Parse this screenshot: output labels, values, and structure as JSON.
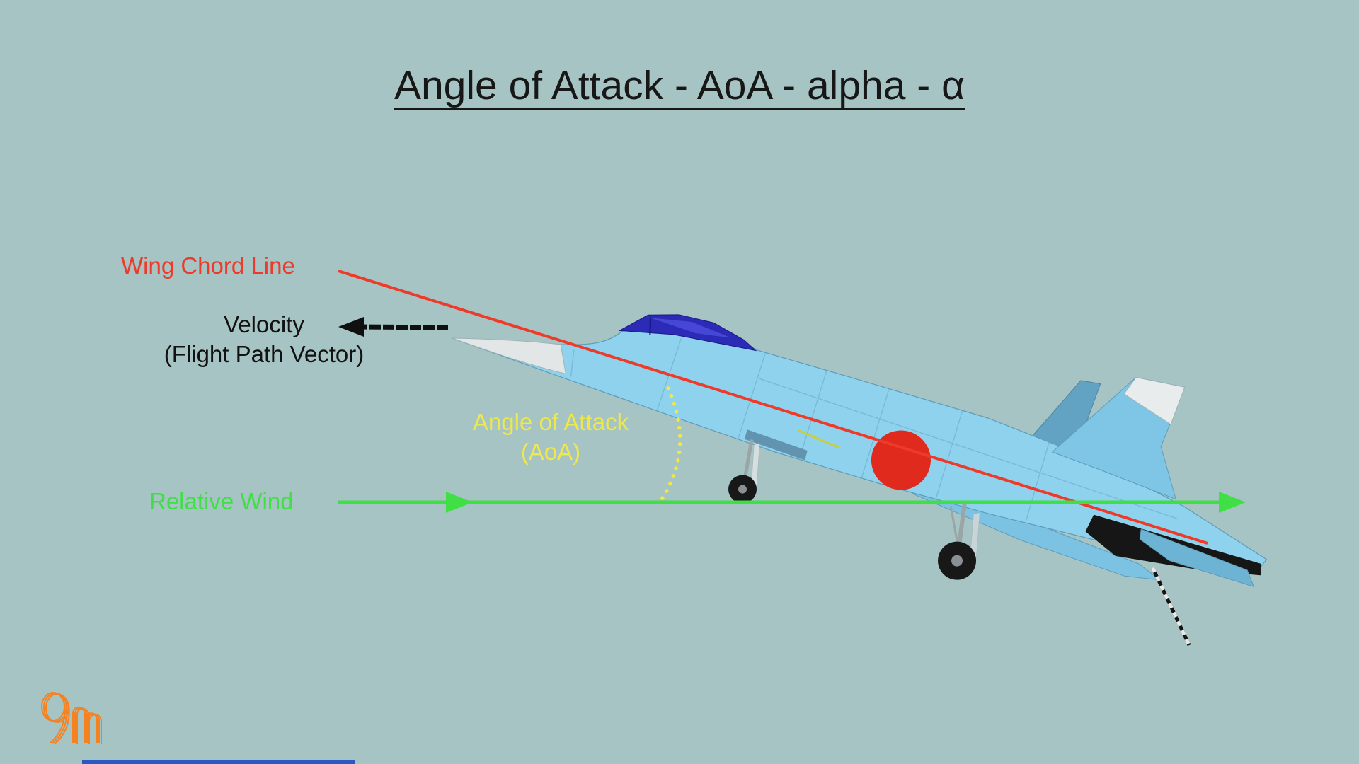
{
  "title": "Angle of Attack - AoA - alpha - α",
  "labels": {
    "wing_chord_line": "Wing Chord Line",
    "velocity": "Velocity",
    "velocity_sub": "(Flight Path Vector)",
    "angle_of_attack": "Angle of Attack",
    "angle_of_attack_sub": "(AoA)",
    "relative_wind": "Relative Wind"
  },
  "colors": {
    "background": "#a6c4c3",
    "title_text": "#171717",
    "chord_line": "#ee3a28",
    "velocity_arrow": "#101010",
    "aoa_arc": "#efe84a",
    "relative_wind": "#3fdf45",
    "aircraft_body": "#8ed2ee",
    "aircraft_wing": "#7cc2e2",
    "canopy": "#2b2bb8",
    "roundel": "#e02a1e",
    "nose_cone": "#e2e6e6",
    "exhaust_black": "#161616",
    "logo": "#f58220"
  },
  "logo_icon": "9m-monogram"
}
